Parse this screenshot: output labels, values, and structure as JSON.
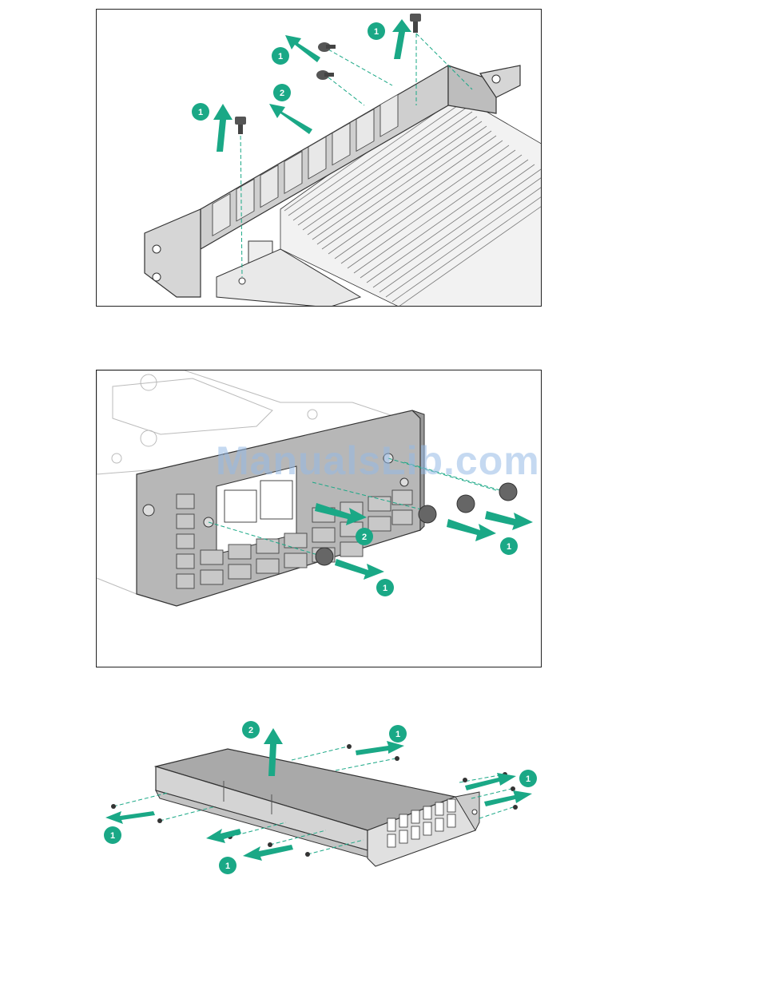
{
  "watermark": "ManualsLib.com",
  "callouts": {
    "step1": "1",
    "step2": "2"
  },
  "colors": {
    "accent": "#1aa886",
    "frame": "#222222",
    "bracket": "#bdbdbd",
    "screw": "#555555"
  }
}
